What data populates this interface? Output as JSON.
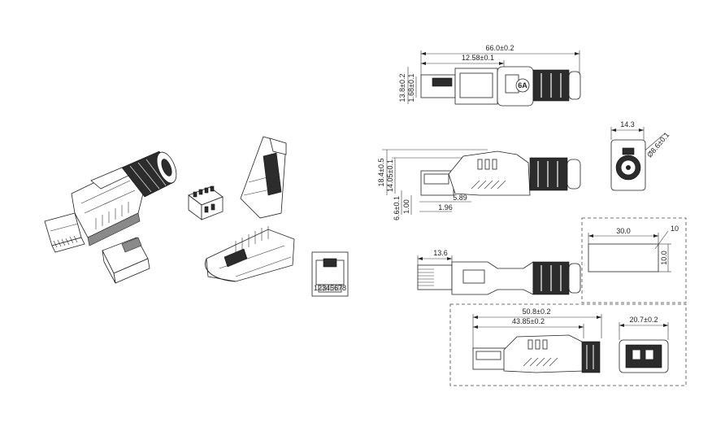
{
  "dimensions": {
    "top_view": {
      "overall_length": "66.0±0.2",
      "latch_length": "12.58±0.1",
      "height": "13.8±0.2",
      "latch_height": "1.68±0.1"
    },
    "end_view": {
      "width": "14.3",
      "cable_diameter": "Ø8.6±0.1"
    },
    "side_view": {
      "overall_height": "18.4±0.5",
      "body_height": "14.05±0.1",
      "contact_height": "6.6±0.1",
      "contact_offset": "1.00",
      "pitch_a": "5.89",
      "pitch_b": "1.96"
    },
    "bottom_view": {
      "tip_length": "13.6"
    },
    "label_box": {
      "length": "30.0",
      "height": "10.0",
      "corner": "10"
    },
    "short_version": {
      "length": "50.8±0.2",
      "body_length": "43.85±0.2",
      "gland_diameter": "20.7±0.2"
    }
  },
  "marking": {
    "category_badge": "6A",
    "contact_strip": "12345678"
  }
}
